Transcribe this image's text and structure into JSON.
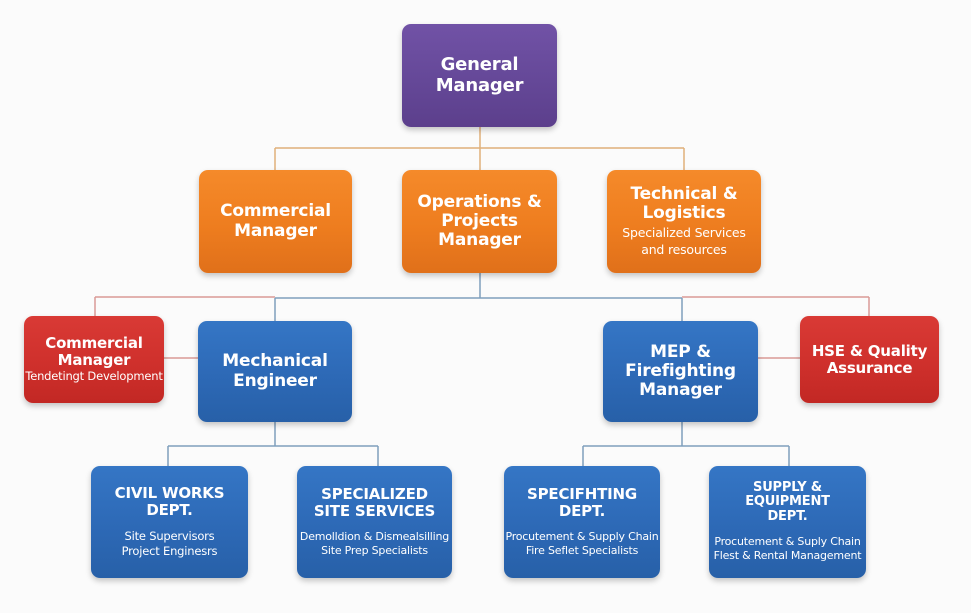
{
  "colors": {
    "executive": "#6a4c9c",
    "manager": "#ef7f22",
    "support": "#d0322e",
    "engineering": "#2d69b6",
    "connector_orange": "#e0b07a",
    "connector_blue": "#7f9fbd",
    "connector_red": "#d99a96"
  },
  "nodes": {
    "general_manager": {
      "title": "General\nManager"
    },
    "commercial_manager": {
      "title": "Commercial\nManager"
    },
    "operations_manager": {
      "title": "Operations &\nProjects\nManager"
    },
    "technical_logistics": {
      "title": "Technical &\nLogistics",
      "subtitle": "Specialized Services\nand resources"
    },
    "commercial_manager_tendering": {
      "title": "Commercial\nManager",
      "subtitle": "Tendetingt Development"
    },
    "mechanical_engineer": {
      "title": "Mechanical\nEngineer"
    },
    "mep_firefighting_manager": {
      "title": "MEP &\nFirefighting\nManager"
    },
    "hse_quality": {
      "title": "HSE & Quality\nAssurance"
    },
    "civil_works": {
      "title": "CIVIL WORKS\nDEPT.",
      "subtitle": "Site Supervisors\nProject Enginesrs"
    },
    "specialized_site_services": {
      "title": "SPECIALIZED\nSITE SERVICES",
      "subtitle": "Demolldion & Dismealsilling\nSite Prep Specialists"
    },
    "specifhting_dept": {
      "title": "SPECIFHTING\nDEPT.",
      "subtitle": "Procutement & Supply Chain\nFire Seflet Specialists"
    },
    "supply_equipment": {
      "title": "SUPPLY & EQUIPMENT\nDEPT.",
      "subtitle": "Procutement & Suply Chain\nFlest & Rental Management"
    }
  }
}
